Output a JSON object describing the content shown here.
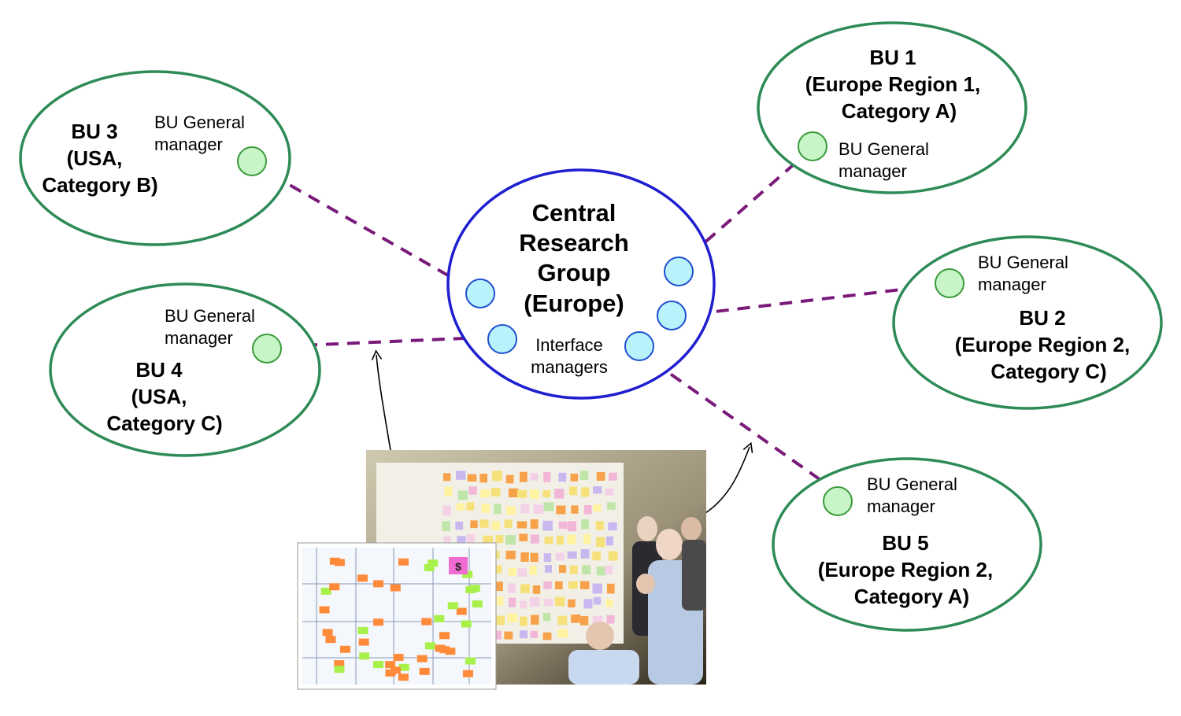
{
  "central": {
    "title_lines": [
      "Central",
      "Research",
      "Group",
      "(Europe)"
    ],
    "interface_label_lines": [
      "Interface",
      "managers"
    ]
  },
  "business_units": [
    {
      "id": "bu1",
      "title_lines": [
        "BU 1",
        "(Europe Region 1,",
        "Category A)"
      ],
      "role_lines": [
        "BU General",
        "manager"
      ]
    },
    {
      "id": "bu2",
      "title_lines": [
        "BU 2",
        "(Europe Region 2,",
        "Category C)"
      ],
      "role_lines": [
        "BU General",
        "manager"
      ]
    },
    {
      "id": "bu3",
      "title_lines": [
        "BU 3",
        "(USA,",
        "Category B)"
      ],
      "role_lines": [
        "BU General",
        "manager"
      ]
    },
    {
      "id": "bu4",
      "title_lines": [
        "BU 4",
        "(USA,",
        "Category C)"
      ],
      "role_lines": [
        "BU General",
        "manager"
      ]
    },
    {
      "id": "bu5",
      "title_lines": [
        "BU 5",
        "(Europe Region 2,",
        "Category A)"
      ],
      "role_lines": [
        "BU General",
        "manager"
      ]
    }
  ],
  "photos": {
    "wall_board": "planning wall photo",
    "small_board": "sticky-note board photo",
    "small_board_sign": "$"
  },
  "colors": {
    "bu_outline": "#2e8b57",
    "central_outline": "#1f1fd0",
    "link": "#7a1a7a",
    "manager_node": "#c8f5c8",
    "interface_node": "#b9f2fb"
  }
}
